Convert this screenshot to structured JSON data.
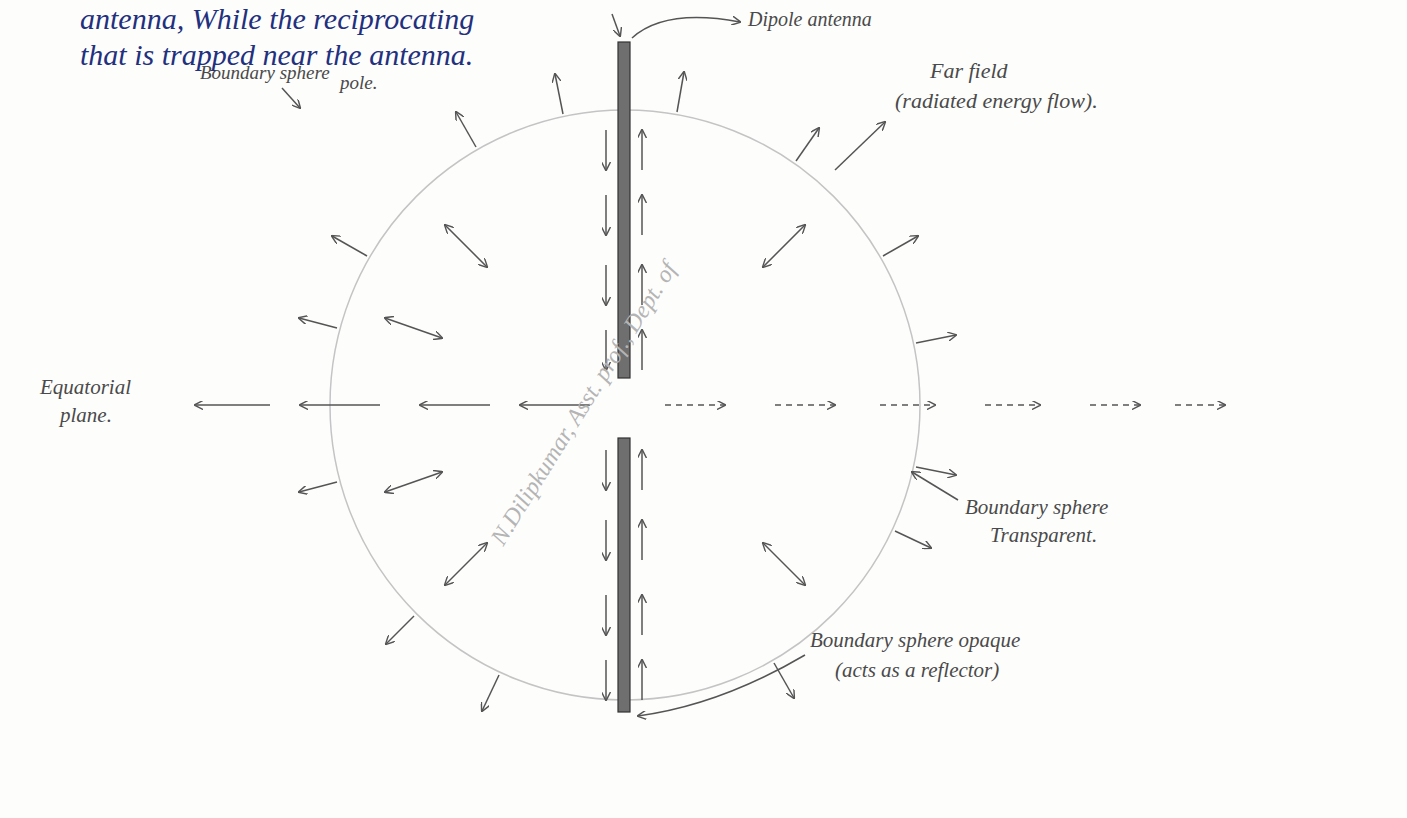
{
  "diagram": {
    "labels": [
      "antenna, While the reciprocating",
      "that is trapped near the antenna.",
      "Boundary sphere",
      "pole.",
      "Dipole antenna",
      "Far field",
      "(radiated energy flow).",
      "Equatorial",
      "plane.",
      "Boundary sphere",
      "Transparent.",
      "Boundary sphere opaque",
      "(acts as a reflector)",
      "N.Dilipkumar, Asst. prof., Dept. of"
    ]
  }
}
